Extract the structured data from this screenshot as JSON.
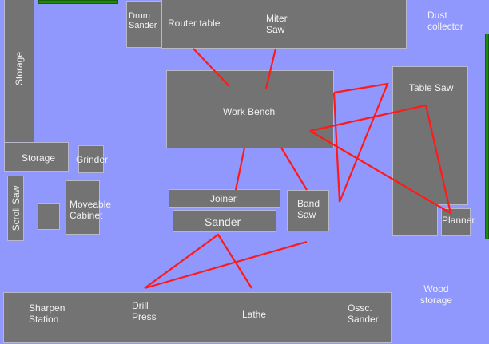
{
  "title": "Workshop floor plan",
  "colors": {
    "floor": "#9097fd",
    "equipment": "#737373",
    "path": "#ff1a1a",
    "wall": "#1f8a0a"
  },
  "areas": {
    "storage_left": "Storage",
    "drum_sander": "Drum Sander",
    "router_table": "Router table",
    "miter_saw": "Miter Saw",
    "dust_collector": "Dust collector",
    "work_bench": "Work Bench",
    "table_saw": "Table Saw",
    "storage_small": "Storage",
    "grinder": "Grinder",
    "scroll_saw": "Scroll Saw",
    "moveable_cabinet": "Moveable Cabinet",
    "joiner": "Joiner",
    "sander": "Sander",
    "band_saw": "Band Saw",
    "planner": "Planner",
    "wood_storage": "Wood storage",
    "sharpen_station": "Sharpen Station",
    "drill_press": "Drill Press",
    "lathe": "Lathe",
    "ossc_sander": "Ossc. Sander"
  },
  "workflow_paths": [
    {
      "from": "Router table",
      "to": "Work Bench"
    },
    {
      "from": "Miter Saw",
      "to": "Work Bench"
    },
    {
      "from": "Work Bench",
      "to": "Joiner"
    },
    {
      "from": "Work Bench",
      "to": "Band Saw"
    },
    {
      "from": "Work Bench",
      "to": "Table Saw"
    },
    {
      "from": "Table Saw",
      "to": "Planner"
    },
    {
      "from": "Sander",
      "to": "Drill Press"
    },
    {
      "from": "Sander",
      "to": "Lathe"
    },
    {
      "from": "Band Saw",
      "to": "Drill Press"
    }
  ]
}
